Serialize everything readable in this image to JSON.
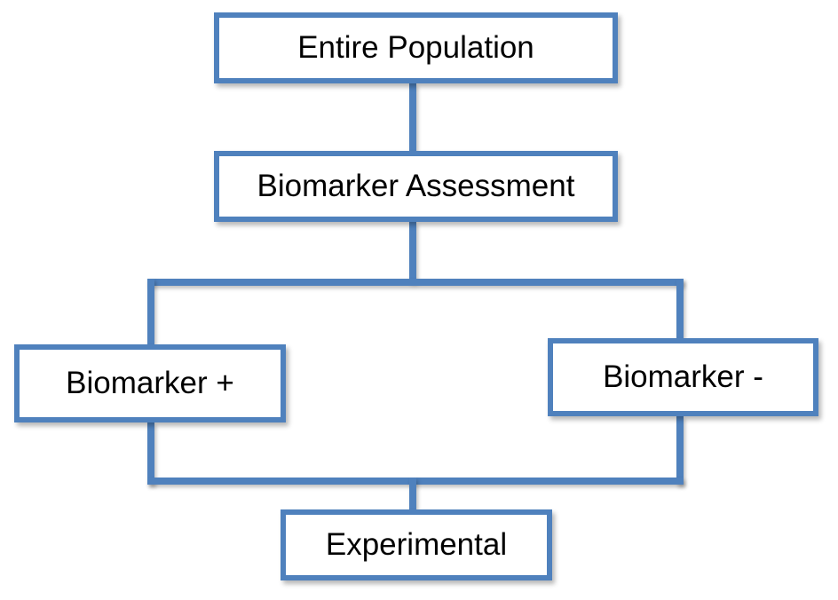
{
  "diagram": {
    "nodes": {
      "entire_population": "Entire Population",
      "biomarker_assessment": "Biomarker Assessment",
      "biomarker_positive": "Biomarker +",
      "biomarker_negative": "Biomarker -",
      "experimental": "Experimental"
    },
    "colors": {
      "box_border": "#4f81bd",
      "connector": "#4f81bd",
      "box_fill": "#ffffff",
      "text": "#000000"
    }
  }
}
